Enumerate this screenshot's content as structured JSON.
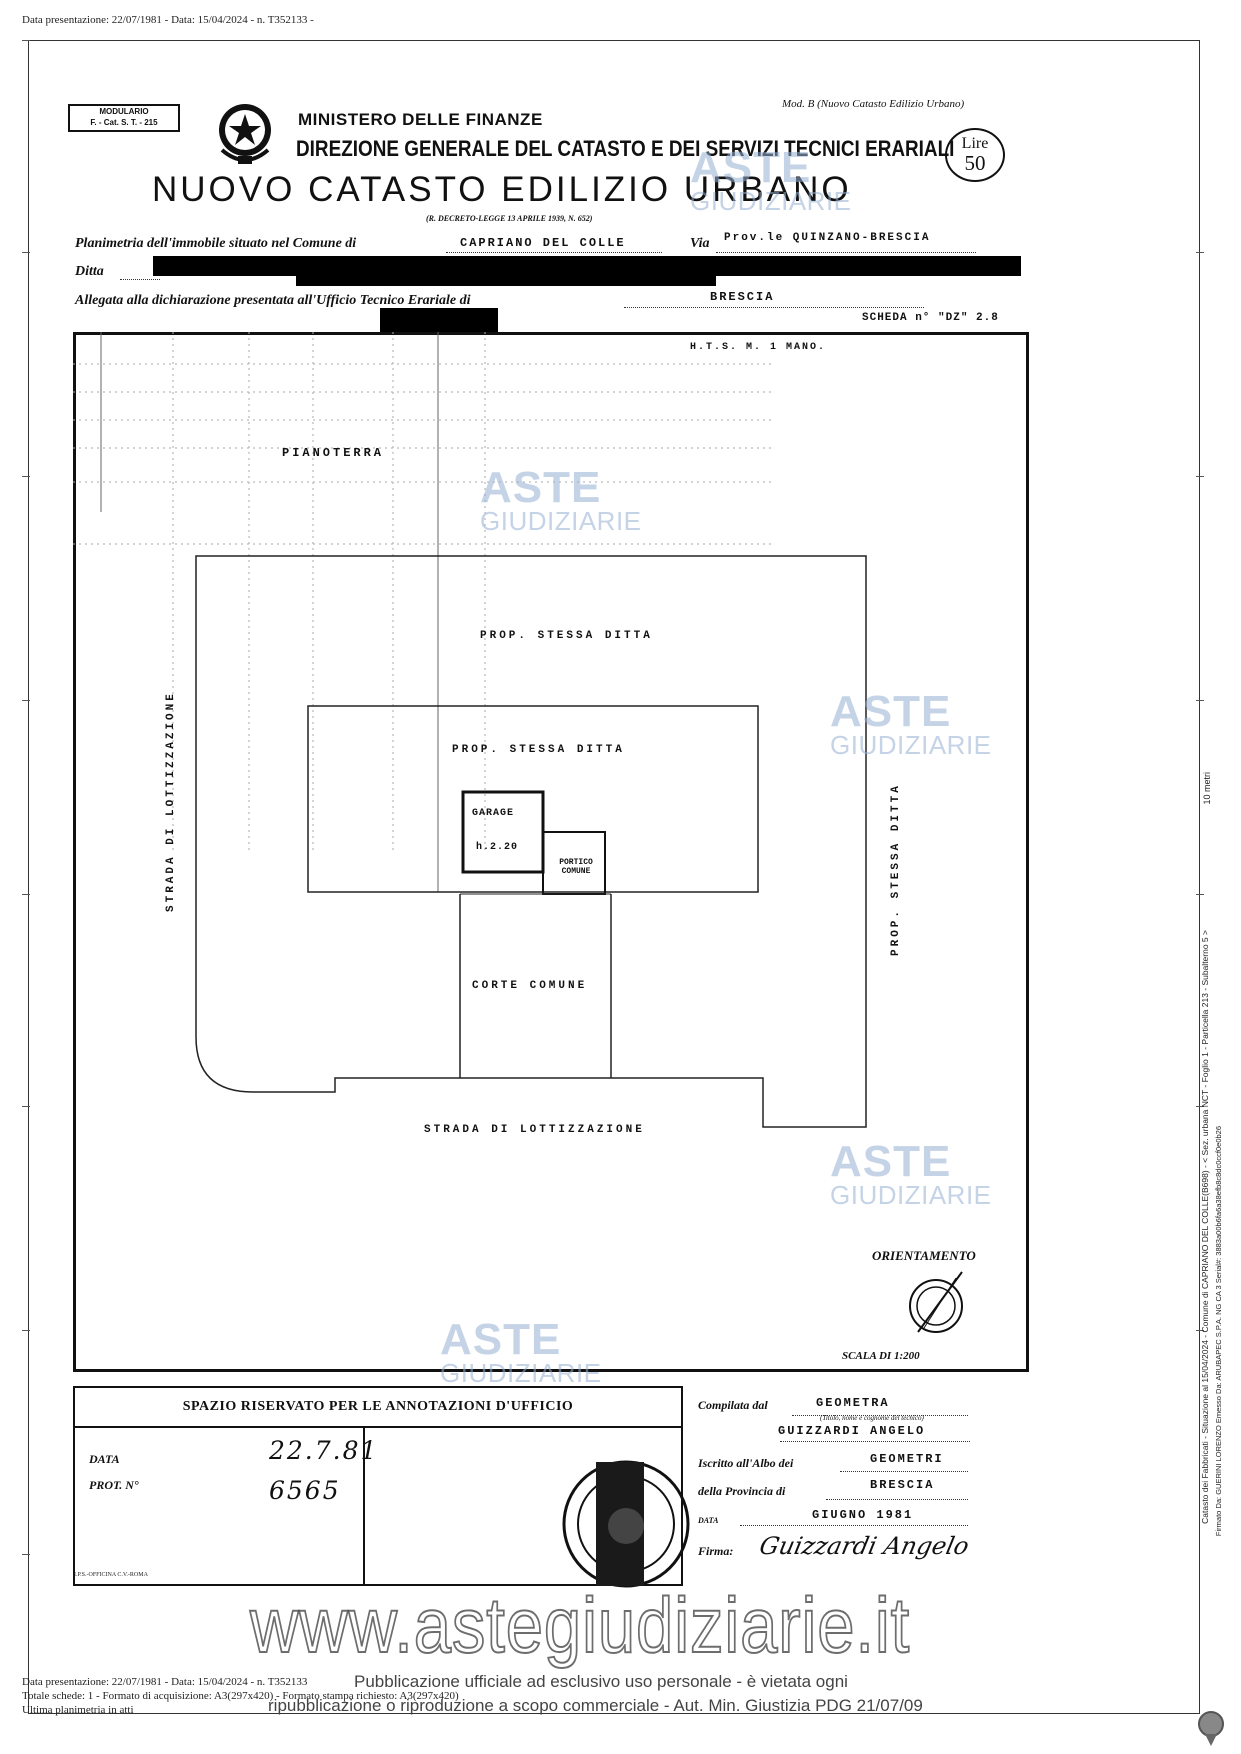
{
  "top_stamp": "Data presentazione: 22/07/1981 - Data: 15/04/2024 - n. T352133 -",
  "header": {
    "modulario_line1": "MODULARIO",
    "modulario_line2": "F. - Cat. S. T. - 215",
    "mod_b": "Mod. B (Nuovo Catasto Edilizio Urbano)",
    "ministero": "MINISTERO DELLE FINANZE",
    "direzione": "DIREZIONE GENERALE DEL CATASTO E DEI SERVIZI TECNICI ERARIALI",
    "title": "NUOVO CATASTO EDILIZIO URBANO",
    "decreto": "(R. DECRETO-LEGGE 13 APRILE 1939, N. 652)",
    "lire_label": "Lire",
    "lire_value": "50"
  },
  "fields": {
    "planimetria_label": "Planimetria dell'immobile situato nel Comune di",
    "comune_value": "CAPRIANO DEL COLLE",
    "via_label": "Via",
    "via_value": "Prov.le QUINZANO-BRESCIA",
    "ditta_label": "Ditta",
    "allegata_label": "Allegata alla dichiarazione presentata all'Ufficio Tecnico Erariale di",
    "ufficio_value": "BRESCIA",
    "scheda": "SCHEDA n° \"DZ\" 2.8"
  },
  "plan": {
    "h_label": "H.T.S. M. 1 MANO.",
    "piano": "PIANOTERRA",
    "prop_top": "PROP. STESSA DITTA",
    "prop_inner": "PROP. STESSA DITTA",
    "garage_line1": "GARAGE",
    "garage_line2": "h.2.20",
    "portico": "PORTICO COMUNE",
    "prop_right": "PROP. STESSA DITTA",
    "strada_left": "STRADA DI LOTTIZZAZIONE",
    "corte": "CORTE COMUNE",
    "strada_bottom": "STRADA DI LOTTIZZAZIONE",
    "orientamento": "ORIENTAMENTO",
    "scala": "SCALA DI 1:200"
  },
  "annotazioni": {
    "title": "SPAZIO RISERVATO PER LE ANNOTAZIONI D'UFFICIO",
    "data_label": "DATA",
    "data_value": "22.7.81",
    "prot_label": "PROT. N°",
    "prot_value": "6565",
    "footer": "I.P.S.-OFFICINA C.V.-ROMA"
  },
  "compilata": {
    "compilata_label": "Compilata dal",
    "compilata_value": "GEOMETRA",
    "small_note": "(Titolo, nome e cognome del tecnico)",
    "name": "GUIZZARDI ANGELO",
    "iscritto_label": "Iscritto all'Albo dei",
    "albo_value": "GEOMETRI",
    "provincia_label": "della Provincia di",
    "provincia_value": "BRESCIA",
    "data_label": "DATA",
    "data_value": "GIUGNO 1981",
    "firma_label": "Firma:",
    "firma_value": "Guizzardi Angelo"
  },
  "watermarks": {
    "aste": "ASTE",
    "giudiziarie": "GIUDIZIARIE",
    "site": "www.astegiudiziarie.it"
  },
  "footer": {
    "line1": "Data presentazione: 22/07/1981 - Data: 15/04/2024 - n. T352133",
    "line2": "Totale schede: 1 - Formato di acquisizione: A3(297x420) - Formato stampa richiesto: A3(297x420)",
    "line3": "Ultima planimetria in atti",
    "publication1": "Pubblicazione ufficiale ad esclusivo uso personale - è vietata ogni",
    "publication2": "ripubblicazione o riproduzione a scopo commerciale - Aut. Min. Giustizia PDG 21/07/09"
  },
  "side": {
    "scale": "10 metri",
    "catasto": "Catasto dei Fabbricati - Situazione al 15/04/2024 - Comune di CAPRIANO DEL COLLE(B698) - < Sez. urbana NCT - Foglio 1 - Particella 213 - Subalterno 5 >",
    "firmato": "Firmato Da: GUERINI LORENZO Emesso Da: ARUBAPEC S.P.A. NG CA 3 Serial#: 3883a00b6fa6a38efb8c8dc0ccf0e0b26"
  }
}
